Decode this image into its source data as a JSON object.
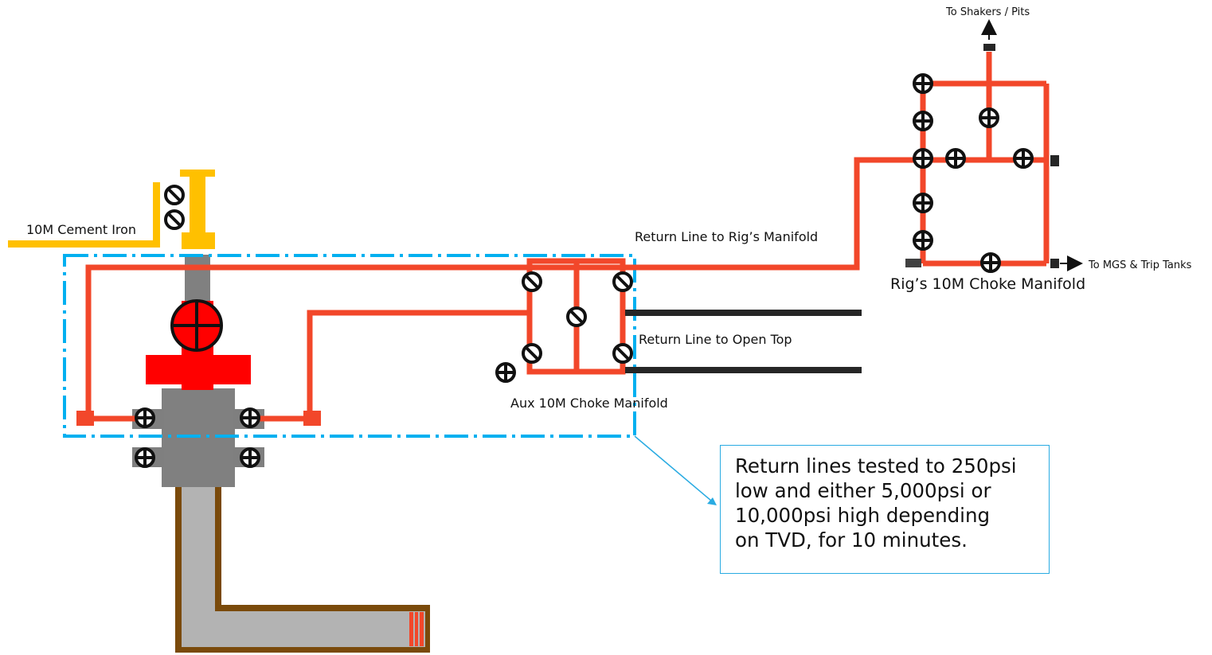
{
  "labels": {
    "cement_iron": "10M Cement Iron",
    "return_rig": "Return Line to Rig’s Manifold",
    "return_open_top": "Return Line to Open Top",
    "aux_manifold": "Aux 10M Choke Manifold",
    "rig_manifold": "Rig’s 10M Choke Manifold",
    "to_shakers": "To Shakers / Pits",
    "to_mgs": "To MGS & Trip Tanks"
  },
  "callout": {
    "line1": "Return lines tested to 250psi",
    "line2": "low and either 5,000psi or",
    "line3": "10,000psi high depending",
    "line4": "on TVD, for 10 minutes."
  },
  "legend": {
    "open_valve_icon": "circle-plus",
    "closed_valve_icon": "circle-slash"
  },
  "colors": {
    "return_line": "#f2472a",
    "cement_iron": "#ffc000",
    "dashed_boundary": "#00b0f0",
    "open_top_line": "#262626",
    "wellhead": "#808080",
    "casing": "#b3b3b3",
    "casing_edge": "#7a4a0b",
    "bop": "#ff0000"
  }
}
